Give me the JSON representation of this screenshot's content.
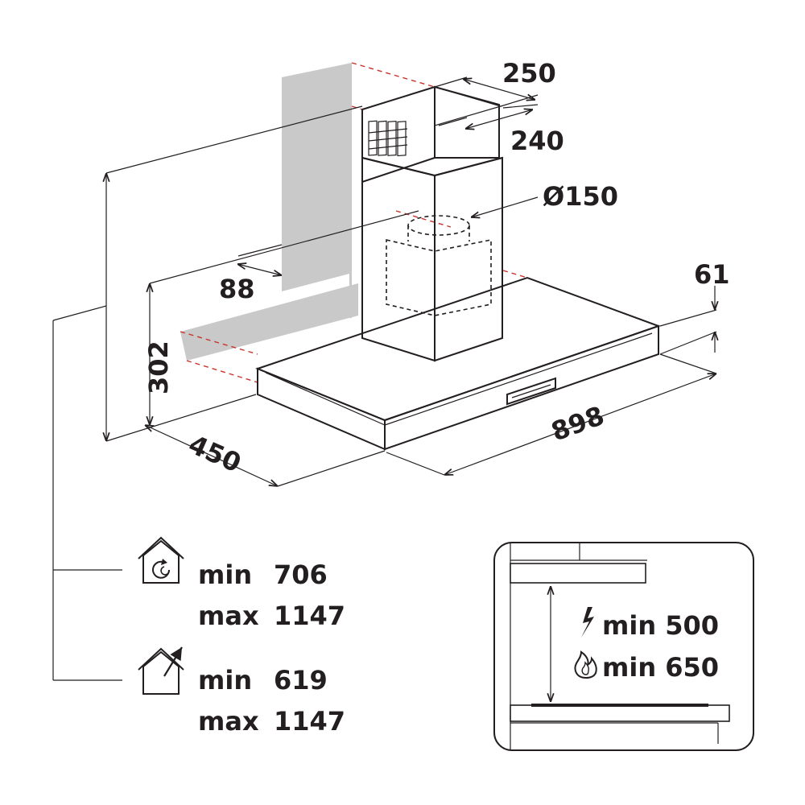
{
  "dimensions": {
    "chimney_outer_width": "250",
    "chimney_inner_width": "240",
    "duct_diameter": "Ø150",
    "wall_offset": "88",
    "canopy_thickness": "61",
    "canopy_height": "302",
    "depth": "450",
    "width": "898"
  },
  "recirculation": {
    "icon": "house-recirculation-icon",
    "min_label": "min",
    "min_value": "706",
    "max_label": "max",
    "max_value": "1147"
  },
  "extraction": {
    "icon": "house-extraction-icon",
    "min_label": "min",
    "min_value": "619",
    "max_label": "max",
    "max_value": "1147"
  },
  "clearance": {
    "electric_icon": "lightning-icon",
    "electric_text": "min 500",
    "gas_icon": "flame-icon",
    "gas_text": "min 650"
  },
  "colors": {
    "line": "#231f20",
    "wall": "#c9c9c9",
    "guide": "#c8342c"
  }
}
